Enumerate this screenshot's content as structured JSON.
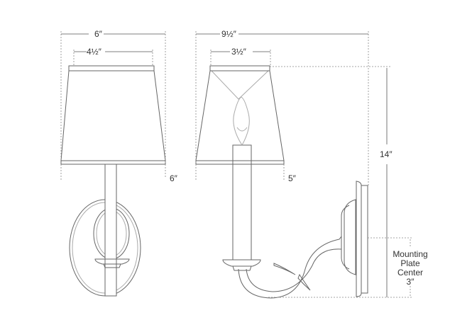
{
  "dimensions": {
    "front_overall_width": "6″",
    "front_shade_top_width": "4½″",
    "front_depth_offset": "6″",
    "side_overall_depth": "9½″",
    "side_shade_top_width": "3½″",
    "side_depth_offset": "5″",
    "overall_height": "14″",
    "mounting_label_line1": "Mounting",
    "mounting_label_line2": "Plate",
    "mounting_label_line3": "Center",
    "mounting_value": "3″"
  },
  "colors": {
    "line": "#666666",
    "text": "#333333"
  }
}
